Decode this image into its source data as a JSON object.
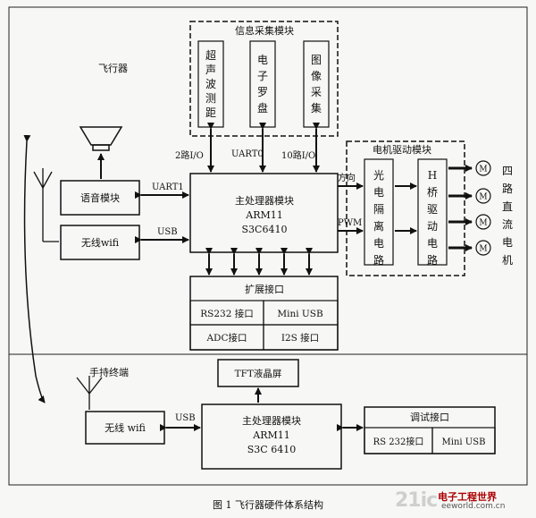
{
  "sections": {
    "aircraft": "飞行器",
    "handheld": "手持终端"
  },
  "info_module": {
    "title": "信息采集模块",
    "sensors": [
      "超声波测距",
      "电子罗盘",
      "图像采集"
    ]
  },
  "motor_module": {
    "title": "电机驱动模块",
    "isolation": "光电隔离电路",
    "hbridge": "H桥驱动电路",
    "motors_label": "四路直流电机",
    "motor_symbol": "M"
  },
  "aircraft": {
    "mcu_lines": [
      "主处理器模块",
      "ARM11",
      "S3C6410"
    ],
    "voice": "语音模块",
    "wifi": "无线wifi",
    "uart1": "UART1",
    "usb": "USB",
    "io2": "2路I/O",
    "uart0": "UART0",
    "io10": "10路I/O",
    "direction": "方向",
    "pwm": "PWM",
    "expansion": {
      "title": "扩展接口",
      "cells": [
        "RS232 接口",
        "Mini USB",
        "ADC接口",
        "I2S 接口"
      ]
    }
  },
  "handheld": {
    "tft": "TFT液晶屏",
    "wifi": "无线 wifi",
    "usb": "USB",
    "mcu_lines": [
      "主处理器模块",
      "ARM11",
      "S3C 6410"
    ],
    "debug": {
      "title": "调试接口",
      "cells": [
        "RS 232接口",
        "Mini USB"
      ]
    }
  },
  "caption": "图 1    飞行器硬件体系结构",
  "watermark": {
    "logo": "21ic",
    "cn": "电子工程世界",
    "en": "eeworld.com.cn"
  }
}
